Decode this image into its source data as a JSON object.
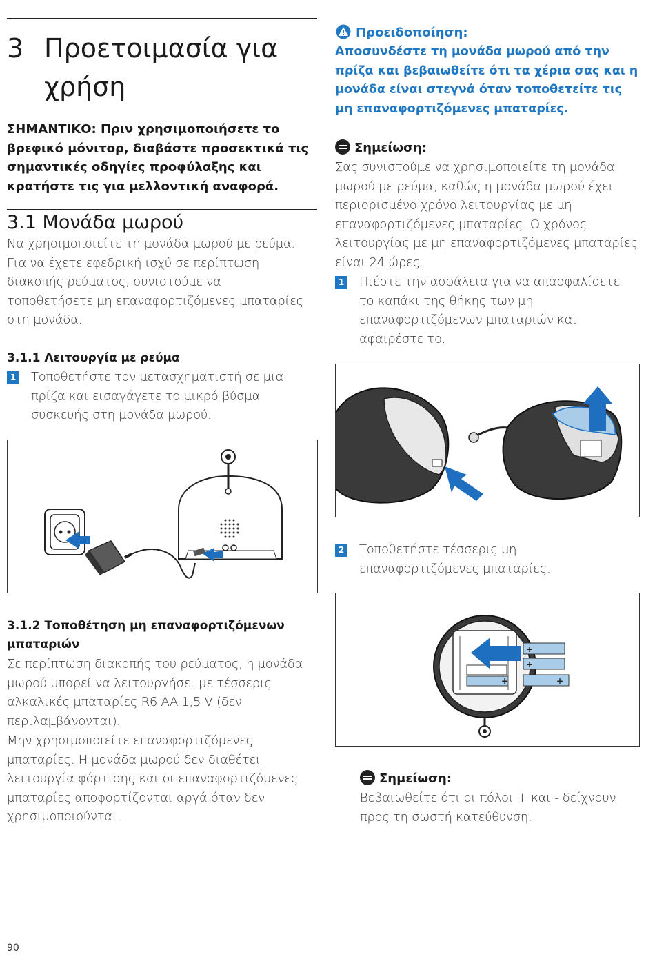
{
  "chapter": {
    "number": "3",
    "title": "Προετοιμασία για χρήση"
  },
  "important": "ΣΗΜΑΝΤΙΚΟ: Πριν χρησιμοποιήσετε το βρεφικό μόνιτορ, διαβάστε προσεκτικά τις σημαντικές οδηγίες προφύλαξης και κρατήστε τις για μελλοντική αναφορά.",
  "section_3_1": {
    "heading": "3.1 Μονάδα μωρού",
    "body": "Να χρησιμοποιείτε τη μονάδα μωρού με ρεύμα. Για να έχετε εφεδρική ισχύ σε περίπτωση διακοπής ρεύματος, συνιστούμε να τοποθετήσετε μη επαναφορτιζόμενες μπαταρίες στη μονάδα."
  },
  "section_3_1_1": {
    "heading": "3.1.1 Λειτουργία με ρεύμα",
    "steps": [
      {
        "num": "1",
        "text": "Τοποθετήστε τον μετασχηματιστή σε μια πρίζα και εισαγάγετε το μικρό βύσμα συσκευής στη μονάδα μωρού."
      }
    ]
  },
  "section_3_1_2": {
    "heading_num": "3.1.2",
    "heading_text": "Τοποθέτηση μη επαναφορτιζόμενων μπαταριών",
    "body1": "Σε περίπτωση διακοπής του ρεύματος, η μονάδα μωρού μπορεί να λειτουργήσει με τέσσερις αλκαλικές μπαταρίες R6 AA 1,5 V (δεν περιλαμβάνονται).",
    "body2": "Μην χρησιμοποιείτε επαναφορτιζόμενες μπαταρίες. Η μονάδα μωρού δεν διαθέτει λειτουργία φόρτισης και οι επαναφορτιζόμενες μπαταρίες αποφορτίζονται αργά όταν δεν χρησιμοποιούνται."
  },
  "warning": {
    "title": "Προειδοποίηση:",
    "body": "Αποσυνδέστε τη μονάδα μωρού από την πρίζα και βεβαιωθείτε ότι τα χέρια σας και η μονάδα είναι στεγνά όταν τοποθετείτε τις μη επαναφορτιζόμενες μπαταρίες."
  },
  "note1": {
    "title": "Σημείωση:",
    "body": "Σας συνιστούμε να χρησιμοποιείτε τη μονάδα μωρού με ρεύμα, καθώς η μονάδα μωρού έχει περιορισμένο χρόνο λειτουργίας με μη επαναφορτιζόμενες μπαταρίες. Ο χρόνος λειτουργίας με μη επαναφορτιζόμενες μπαταρίες είναι 24 ώρες."
  },
  "right_steps": [
    {
      "num": "1",
      "text": "Πιέστε την ασφάλεια για να απασφαλίσετε το καπάκι της θήκης των μη επαναφορτιζόμενων μπαταριών και αφαιρέστε το."
    },
    {
      "num": "2",
      "text": "Τοποθετήστε τέσσερις μη επαναφορτιζόμενες μπαταρίες."
    }
  ],
  "note2": {
    "title": "Σημείωση:",
    "body": "Βεβαιωθείτε ότι οι πόλοι + και - δείχνουν προς τη σωστή κατεύθυνση."
  },
  "figure_labels": {
    "plus": "+"
  },
  "page_number": "90",
  "colors": {
    "accent_blue": "#1f78c1",
    "arrow_blue": "#1e6fbf",
    "lid_blue": "#a9cde8"
  }
}
